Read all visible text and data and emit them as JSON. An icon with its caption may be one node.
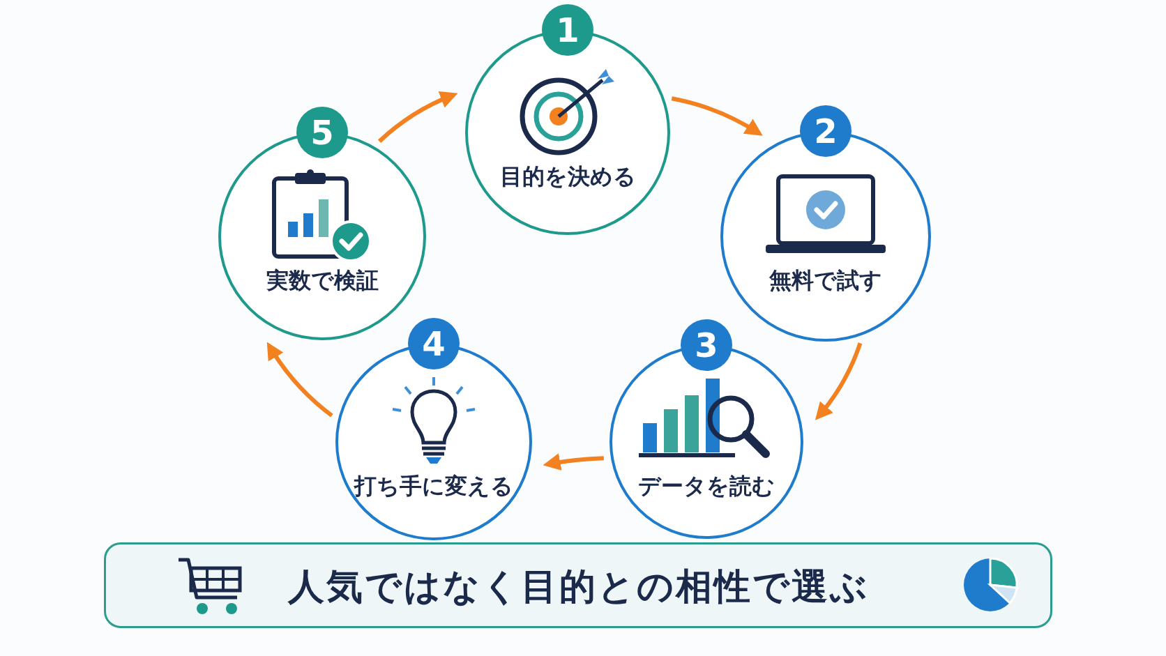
{
  "diagram": {
    "nodes": [
      {
        "text": [
          "1",
          "目的を決める"
        ]
      },
      {
        "text": [
          "2",
          "無料で試す"
        ]
      },
      {
        "text": [
          "3",
          "データを読む"
        ]
      },
      {
        "text": [
          "4",
          "打ち手に変える"
        ]
      },
      {
        "text": [
          "5",
          "実数で検証"
        ]
      },
      {
        "text": [
          "人気ではなく目的との相性で選ぶ"
        ]
      }
    ],
    "edges": [
      {
        "from": 0,
        "to": 1,
        "arrow": "to"
      },
      {
        "from": 1,
        "to": 2,
        "arrow": "to"
      },
      {
        "from": 2,
        "to": 3,
        "arrow": "to"
      },
      {
        "from": 3,
        "to": 4,
        "arrow": "to"
      },
      {
        "from": 4,
        "to": 0,
        "arrow": "to"
      }
    ]
  }
}
